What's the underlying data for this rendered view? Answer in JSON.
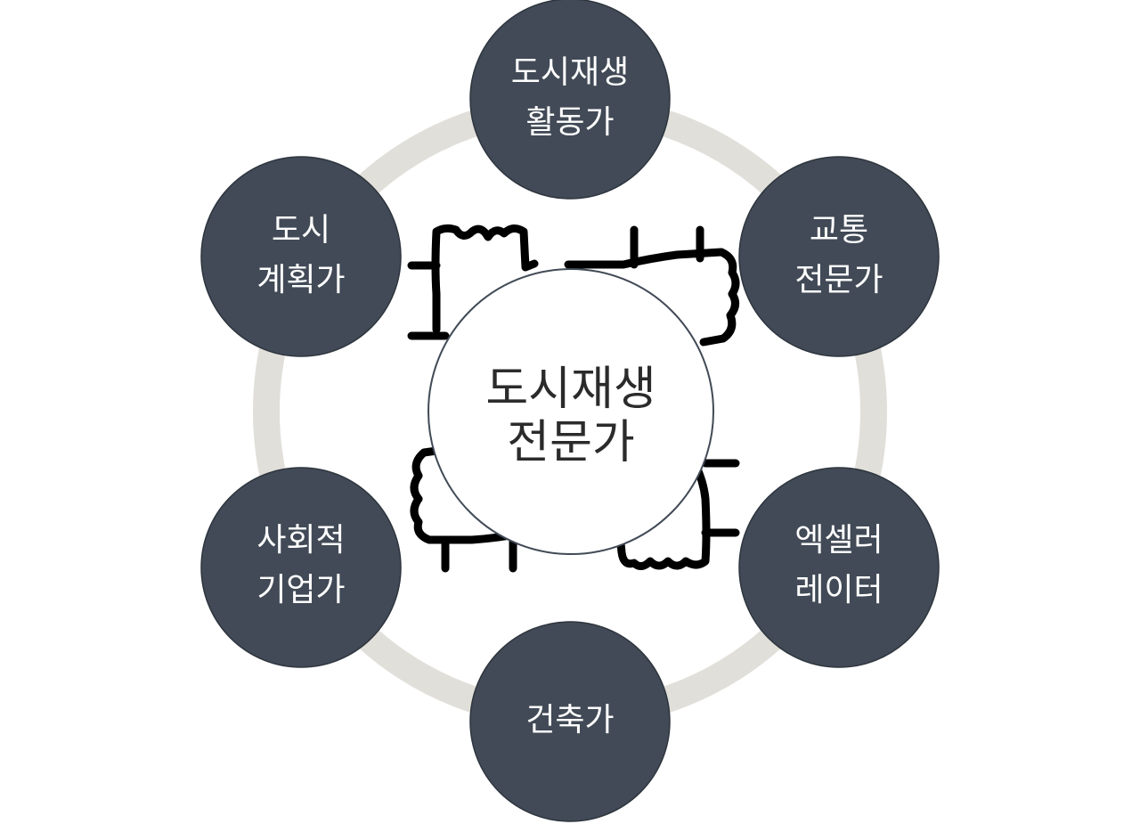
{
  "colors": {
    "node_fill": "#414a56",
    "node_stroke": "#2e353e",
    "node_text": "#ffffff",
    "center_fill": "#ffffff",
    "center_stroke": "#414a56",
    "center_text": "#2b2b2b",
    "ring": "#e1dfd9",
    "hands": "#000000"
  },
  "center": {
    "line1": "도시재생",
    "line2": "전문가"
  },
  "nodes": {
    "top": {
      "line1": "도시재생",
      "line2": "활동가"
    },
    "upper_right": {
      "line1": "교통",
      "line2": "전문가"
    },
    "lower_right": {
      "line1": "엑셀러",
      "line2": "레이터"
    },
    "bottom": {
      "line1": "건축가"
    },
    "lower_left": {
      "line1": "사회적",
      "line2": "기업가"
    },
    "upper_left": {
      "line1": "도시",
      "line2": "계획가"
    }
  },
  "icons": {
    "hands": "four-hands-holding-wrists-icon"
  }
}
